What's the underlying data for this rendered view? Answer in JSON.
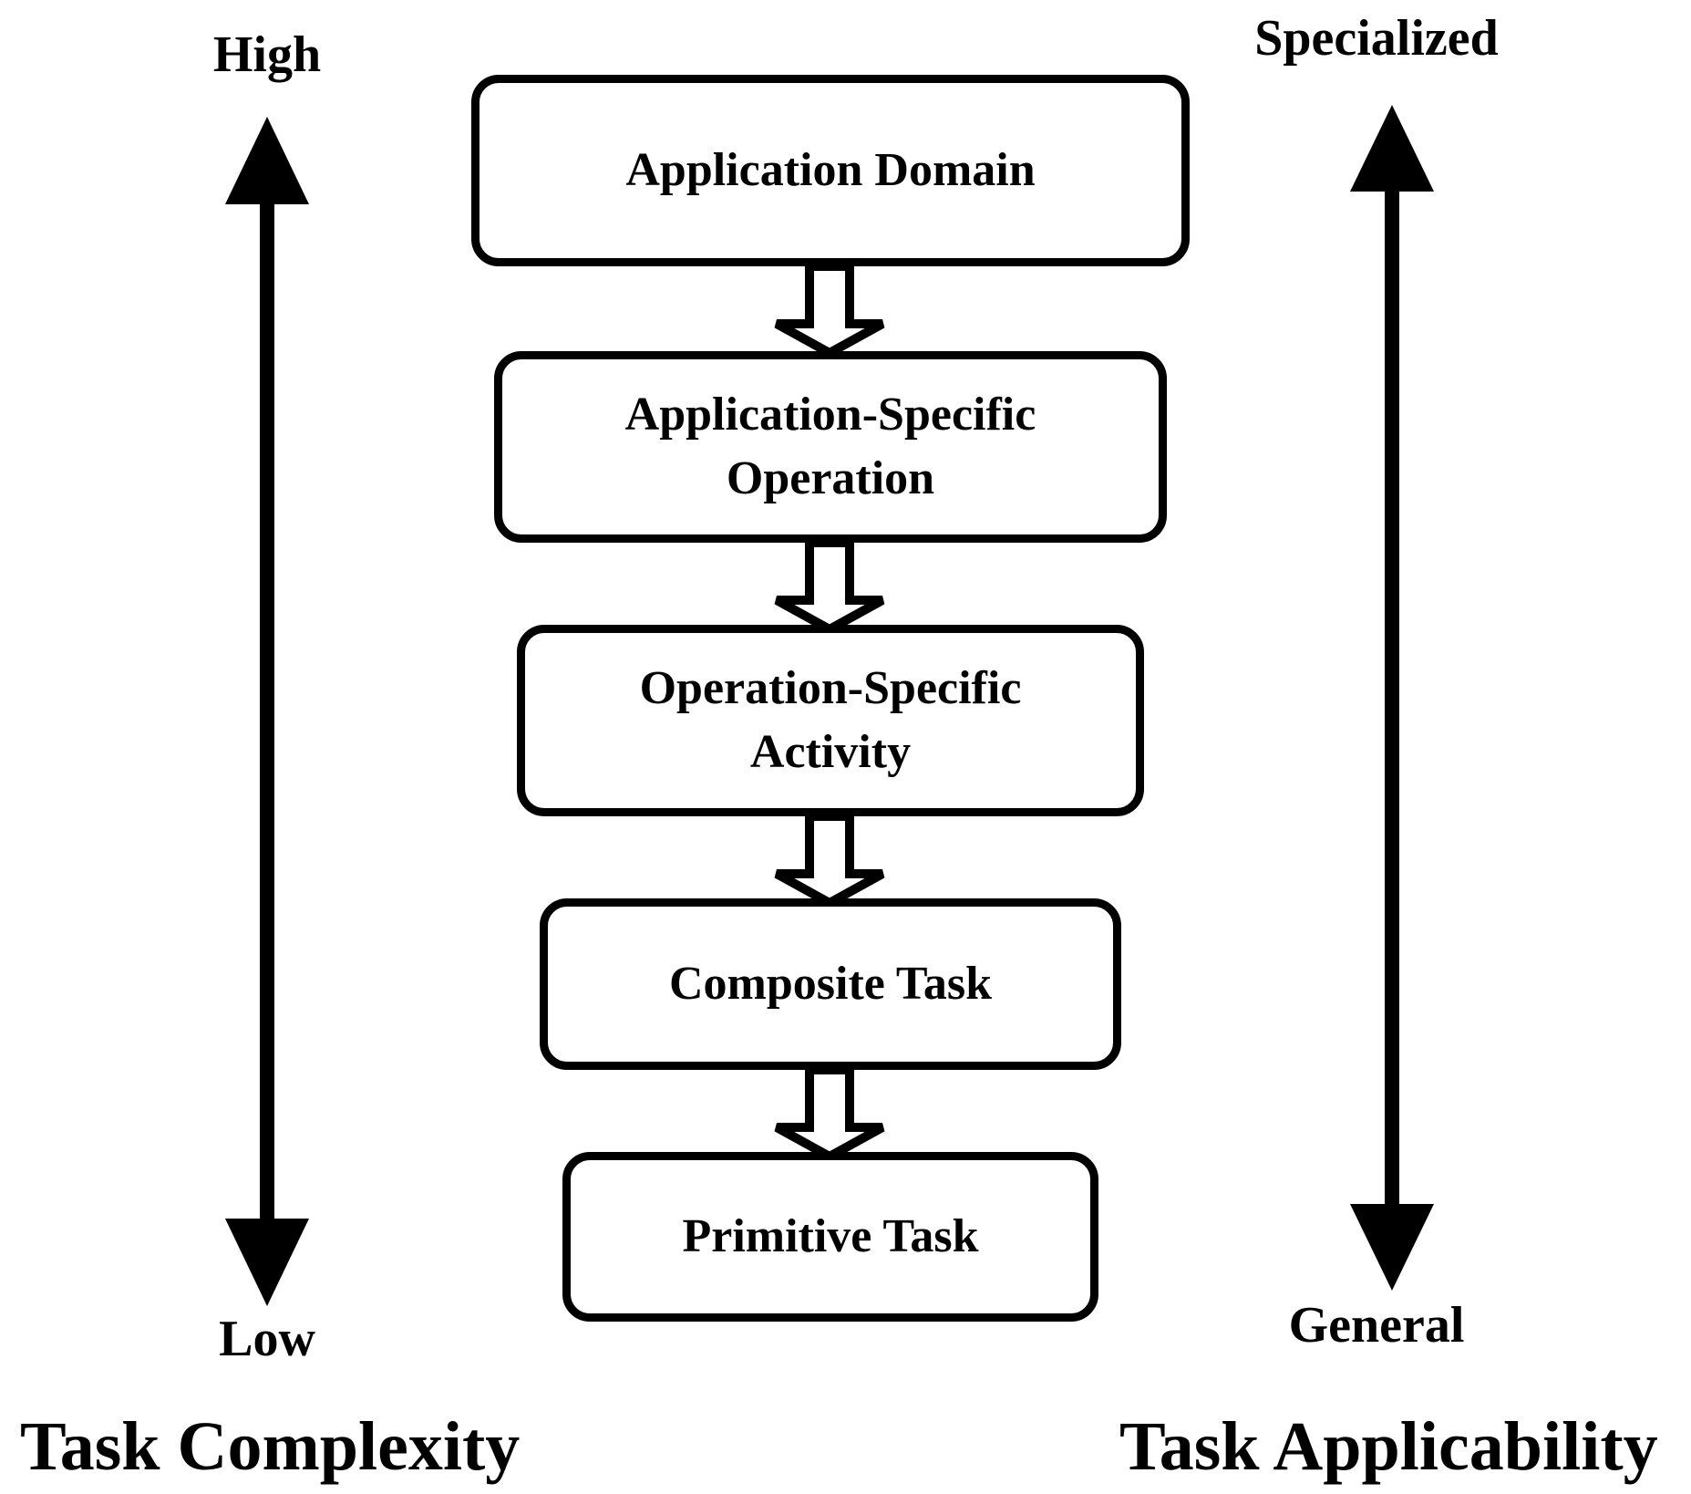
{
  "boxes": [
    {
      "lines": [
        "Application Domain"
      ]
    },
    {
      "lines": [
        "Application-Specific",
        "Operation"
      ]
    },
    {
      "lines": [
        "Operation-Specific",
        "Activity"
      ]
    },
    {
      "lines": [
        "Composite Task"
      ]
    },
    {
      "lines": [
        "Primitive Task"
      ]
    }
  ],
  "left_axis": {
    "top_label": "High",
    "bottom_label": "Low",
    "title": "Task Complexity"
  },
  "right_axis": {
    "top_label": "Specialized",
    "bottom_label": "General",
    "title": "Task Applicability"
  }
}
